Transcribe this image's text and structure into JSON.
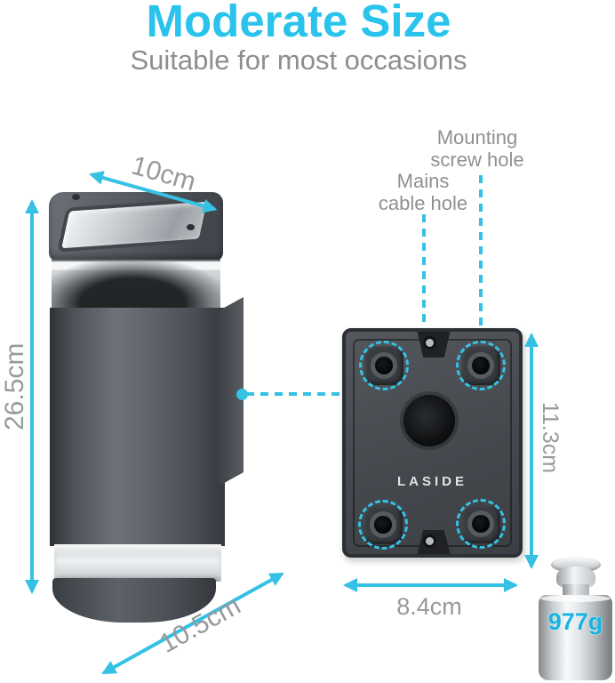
{
  "header": {
    "title": "Moderate Size",
    "subtitle": "Suitable for most occasions"
  },
  "lamp": {
    "dims": {
      "top_width": "10cm",
      "height": "26.5cm",
      "bottom_depth": "10.5cm"
    }
  },
  "plate": {
    "brand": "LASIDE",
    "dims": {
      "height": "11.3cm",
      "width": "8.4cm"
    },
    "callouts": {
      "mounting": {
        "line1": "Mounting",
        "line2": "screw hole"
      },
      "mains": {
        "line1": "Mains",
        "line2": "cable hole"
      }
    }
  },
  "weight": {
    "value": "977g"
  },
  "colors": {
    "title_cyan": "#29c3ec",
    "arrow_cyan": "#35c1e4",
    "label_gray": "#8e9092",
    "lamp_gray": "#53585e",
    "plate_gray": "#45494e",
    "weight_text_cyan": "#18b4e2"
  }
}
